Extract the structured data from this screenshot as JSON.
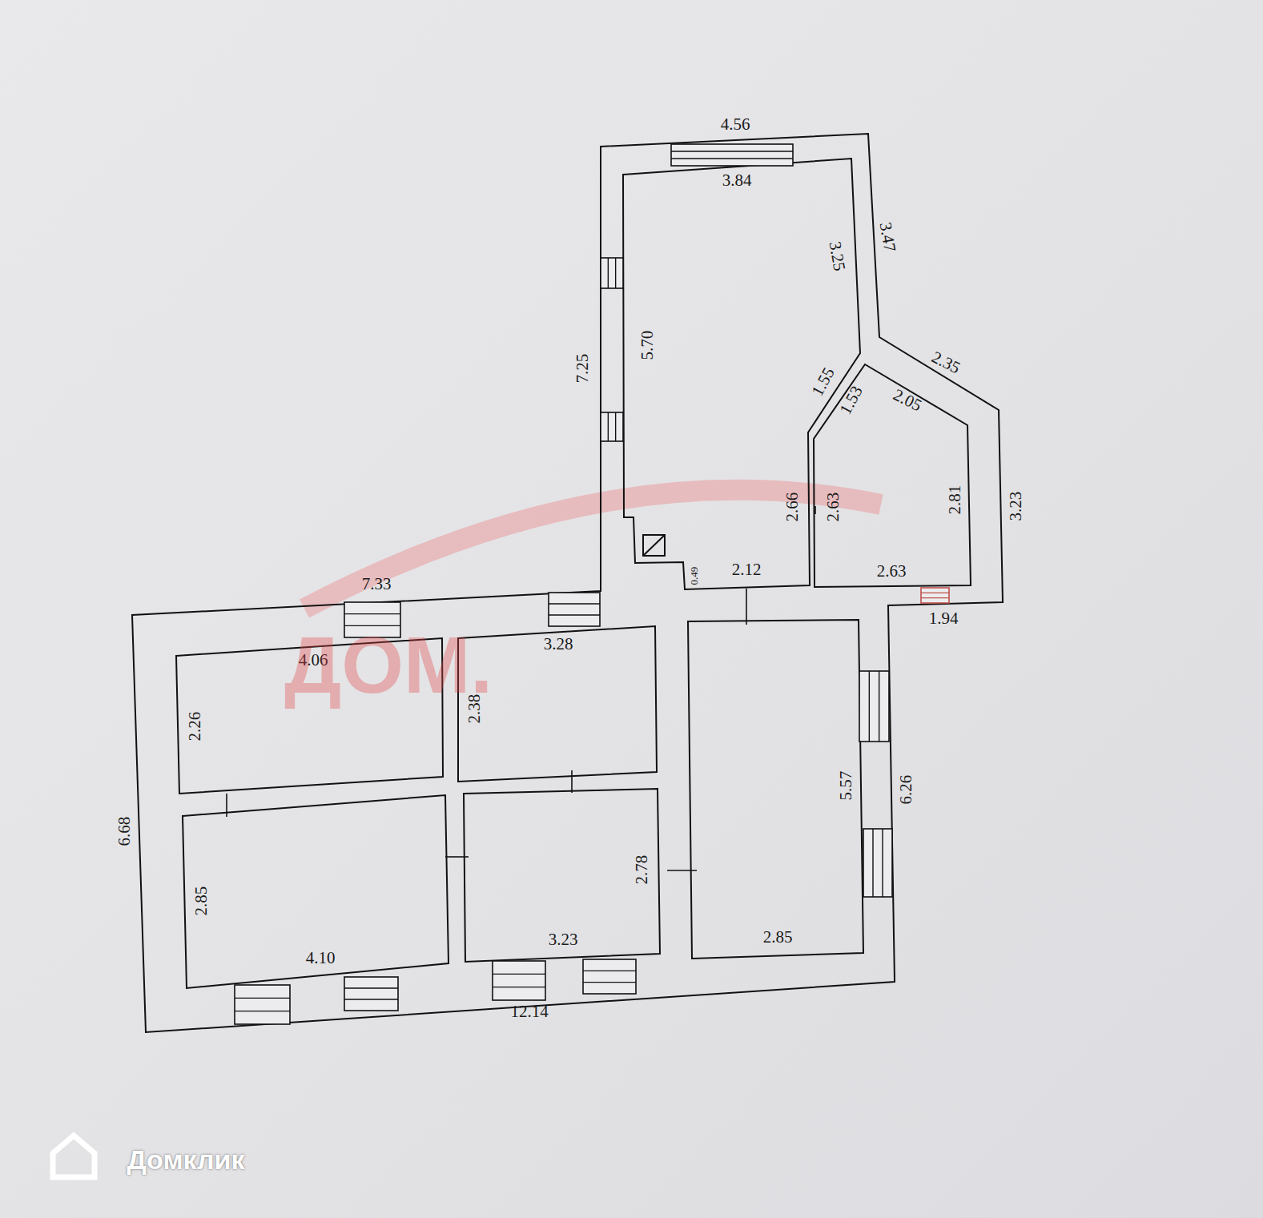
{
  "diagram": {
    "labels": [
      "4.56",
      "3.84",
      "3.47",
      "3.25",
      "7.25",
      "5.70",
      "2.35",
      "1.55",
      "1.53",
      "2.05",
      "2.81",
      "3.23",
      "2.66",
      "2.63",
      "0.49",
      "2.12",
      "2.63",
      "1.94",
      "7.33",
      "4.06",
      "3.28",
      "2.26",
      "2.38",
      "6.68",
      "5.57",
      "6.26",
      "2.85",
      "2.78",
      "4.10",
      "3.23",
      "2.85",
      "12.14",
      "ДОМ.",
      "Домклик"
    ]
  }
}
